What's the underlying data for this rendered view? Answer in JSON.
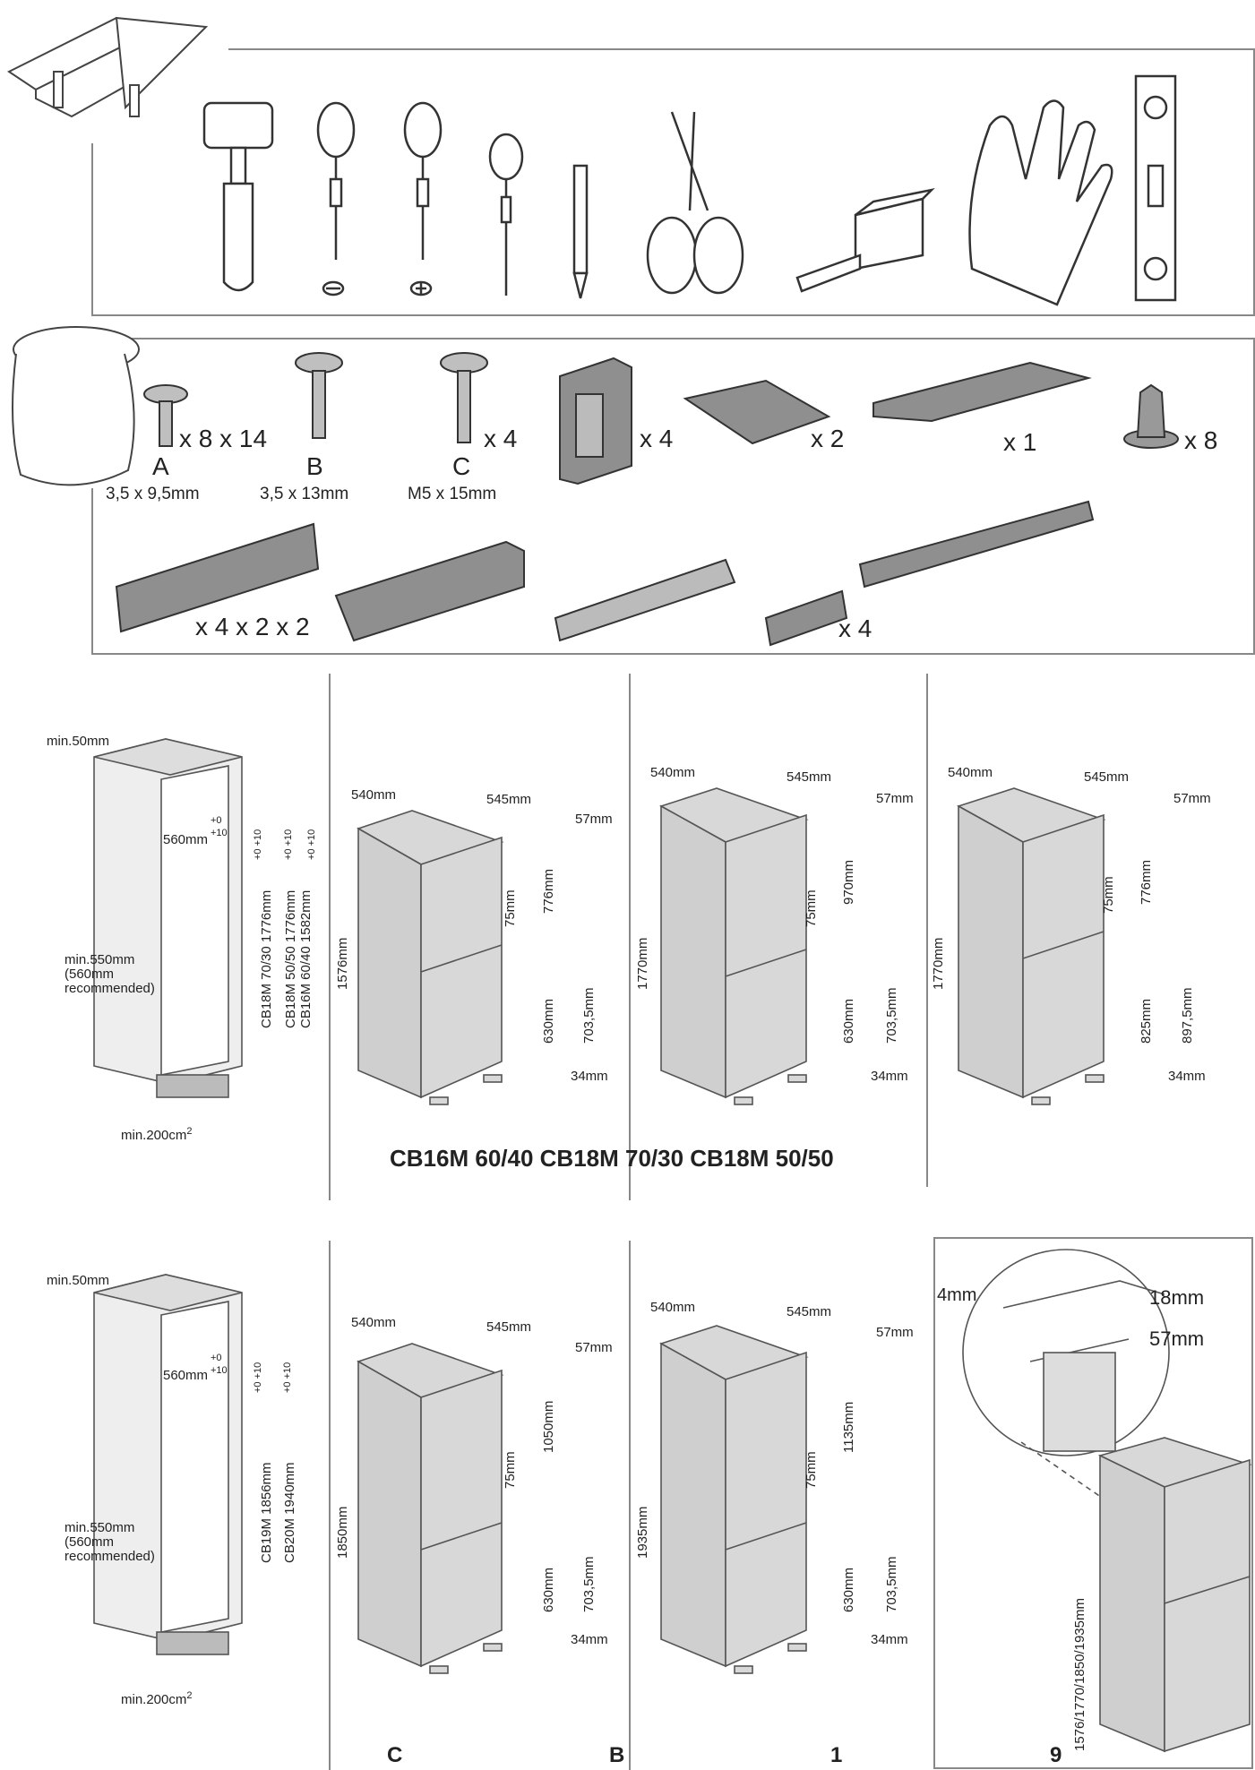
{
  "parts": {
    "screw_a": {
      "qty": "x 8 x 14",
      "letter": "A",
      "size": "3,5 x 9,5mm"
    },
    "screw_b": {
      "letter": "B",
      "size": "3,5 x 13mm"
    },
    "screw_c": {
      "qty": "x 4",
      "letter": "C",
      "size": "M5 x 15mm"
    },
    "bracket_qty": "x 4",
    "plate_qty": "x 2",
    "cover_qty": "x 1",
    "clip_qty": "x 8",
    "rails_qty": "x 4 x 2 x 2",
    "slide_qty": "x 4"
  },
  "niche1": {
    "top_gap": "min.50mm",
    "width": "560mm",
    "tol_plus": "+0",
    "tol_minus": "+10",
    "depth": "min.550mm",
    "depth_note1": "(560mm",
    "depth_note2": "recommended)",
    "vent": "min.200cm",
    "vent_sup": "2",
    "height_line1": "CB18M 70/30 1776mm",
    "height_line2": "CB18M 50/50 1776mm",
    "height_line3": "CB16M 60/40 1582mm",
    "tol1": "+0 +10",
    "tol2": "+0 +10",
    "tol3": "+0 +10"
  },
  "fridge1": {
    "w": "540mm",
    "d": "545mm",
    "top": "57mm",
    "h": "1576mm",
    "gap": "75mm",
    "upper": "776mm",
    "lower": "630mm",
    "lower2": "703,5mm",
    "bottom": "34mm"
  },
  "fridge2": {
    "w": "540mm",
    "d": "545mm",
    "top": "57mm",
    "h": "1770mm",
    "gap": "75mm",
    "upper": "970mm",
    "lower": "630mm",
    "lower2": "703,5mm",
    "bottom": "34mm"
  },
  "fridge3": {
    "w": "540mm",
    "d": "545mm",
    "top": "57mm",
    "h": "1770mm",
    "gap": "75mm",
    "upper": "776mm",
    "lower": "825mm",
    "lower2": "897,5mm",
    "bottom": "34mm"
  },
  "models_caption": "CB16M 60/40 CB18M 70/30 CB18M 50/50",
  "niche2": {
    "top_gap": "min.50mm",
    "width": "560mm",
    "tol_plus": "+0",
    "tol_minus": "+10",
    "depth": "min.550mm",
    "depth_note1": "(560mm",
    "depth_note2": "recommended)",
    "vent": "min.200cm",
    "vent_sup": "2",
    "height_line1": "CB19M 1856mm",
    "height_line2": "CB20M 1940mm",
    "tol1": "+0 +10",
    "tol2": "+0 +10"
  },
  "fridge4": {
    "w": "540mm",
    "d": "545mm",
    "top": "57mm",
    "h": "1850mm",
    "gap": "75mm",
    "upper": "1050mm",
    "lower": "630mm",
    "lower2": "703,5mm",
    "bottom": "34mm"
  },
  "fridge5": {
    "w": "540mm",
    "d": "545mm",
    "top": "57mm",
    "h": "1935mm",
    "gap": "75mm",
    "upper": "1135mm",
    "lower": "630mm",
    "lower2": "703,5mm",
    "bottom": "34mm"
  },
  "detail": {
    "gap": "4mm",
    "profile": "18mm",
    "top": "57mm",
    "heights": "1576/1770/1850/1935mm"
  },
  "captions": {
    "c": "C",
    "b": "B",
    "one": "1",
    "nine": "9"
  },
  "colors": {
    "line": "#555555",
    "fill": "#d6d6d6",
    "dark": "#9a9a9a",
    "frame": "#8a8a8a"
  }
}
